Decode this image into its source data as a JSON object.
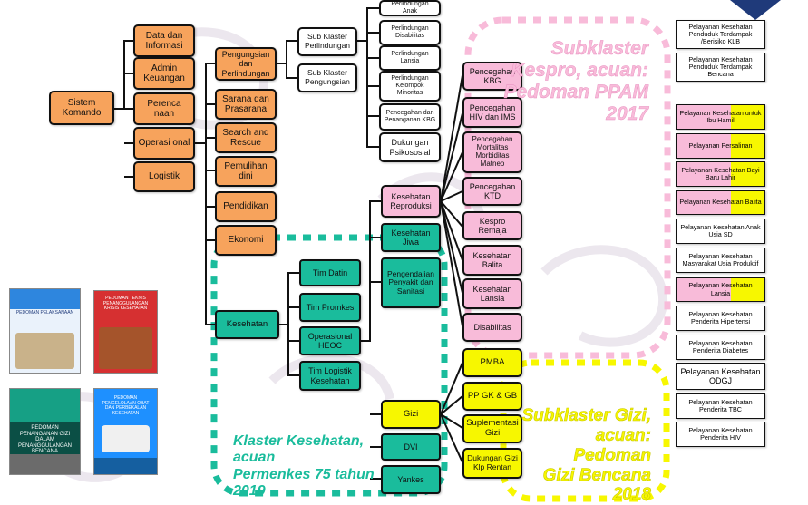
{
  "colors": {
    "orange": "#f7a35c",
    "teal": "#1abc9c",
    "pink": "#f8bbd9",
    "yellow": "#f7f700",
    "navy": "#1f3a7a"
  },
  "nodes": {
    "sistem_komando": "Sistem Komando",
    "data_informasi": "Data dan Informasi",
    "admin_keuangan": "Admin Keuangan",
    "perencanaan": "Perenca naan",
    "operasional": "Operasi onal",
    "logistik": "Logistik",
    "pengungsian": "Pengungsian dan Perlindungan",
    "sarana": "Sarana dan Prasarana",
    "sar": "Search and Rescue",
    "pemulihan": "Pemulihan dini",
    "pendidikan": "Pendidikan",
    "ekonomi": "Ekonomi",
    "kesehatan": "Kesehatan",
    "sub_perlindungan": "Sub Klaster Perlindungan",
    "sub_pengungsian": "Sub Klaster Pengungsian",
    "perl_anak": "Perlindungan Anak",
    "perl_disabilitas": "Perlindungan Disabilitas",
    "perl_lansia": "Perlindungan Lansia",
    "perl_minoritas": "Perlindungan Kelompok Minoritas",
    "pencegahan_kbg_white": "Pencegahan dan Penanganan KBG",
    "dukungan_psikososial": "Dukungan Psikososial",
    "tim_datin": "Tim Datin",
    "tim_promkes": "Tim Promkes",
    "heoc": "Operasional HEOC",
    "tim_logistik": "Tim Logistik Kesehatan",
    "kespro": "Kesehatan Reproduksi",
    "keswa": "Kesehatan Jiwa",
    "p2": "Pengendalian Penyakit dan Sanitasi",
    "gizi": "Gizi",
    "dvi": "DVI",
    "yankes": "Yankes",
    "pencegahan_kbg": "Pencegahan KBG",
    "pencegahan_hiv": "Pencegahan HIV dan IMS",
    "pencegahan_mmm": "Pencegahan Mortalitas Morbiditas Matneo",
    "pencegahan_ktd": "Pencegahan KTD",
    "kespro_remaja": "Kespro Remaja",
    "kes_balita": "Kesehatan Balita",
    "kes_lansia": "Kesehatan Lansia",
    "disabilitas": "Disabilitas",
    "pmba": "PMBA",
    "ppgk": "PP GK & GB",
    "suplementasi": "Suplementasi Gizi",
    "dukungan_gizi": "Dukungan Gizi Klp Rentan"
  },
  "side_services": [
    "Pelayanan Kesehatan Penduduk Terdampak /Berisiko KLB",
    "Pelayanan Kesehatan Penduduk Terdampak Bencana",
    "Pelayanan Kesehatan untuk Ibu Hamil",
    "Pelayanan Persalinan",
    "Pelayanan Kesehatan Bayi Baru Lahir",
    "Pelayanan Kesehatan Balita",
    "Pelayanan Kesehatan Anak Usia SD",
    "Pelayanan Kesehatan Masyarakat Usia Produktif",
    "Pelayanan Kesehatan Lansia",
    "Pelayanan Kesehatan Penderita Hipertensi",
    "Pelayanan Kesehatan Penderita Diabetes",
    "Pelayanan Kesehatan ODGJ",
    "Pelayanan Kesehatan Penderita TBC",
    "Pelayanan Kesehatan Penderita HIV"
  ],
  "region_labels": {
    "kespro": "Subklaster\nKespro, acuan:\nPedoman PPAM\n2017",
    "gizi": "Subklaster Gizi,\nacuan: Pedoman\nGizi Bencana 2018",
    "klaster": "Klaster Kesehatan, acuan\nPermenkes 75 tahun 2019"
  },
  "books": [
    {
      "title": "PEDOMAN PELAKSANAAN",
      "color": "#2e86de"
    },
    {
      "title": "PEDOMAN TEKNIS PENANGGULANGAN KRISIS KESEHATAN",
      "color": "#d63031"
    },
    {
      "title": "PEDOMAN PENANGANAN GIZI DALAM PENANGGULANGAN BENCANA",
      "color": "#16a085"
    },
    {
      "title": "PEDOMAN PENGELOLAAN OBAT DAN PERBEKALAN KESEHATAN",
      "color": "#1e90ff"
    }
  ]
}
